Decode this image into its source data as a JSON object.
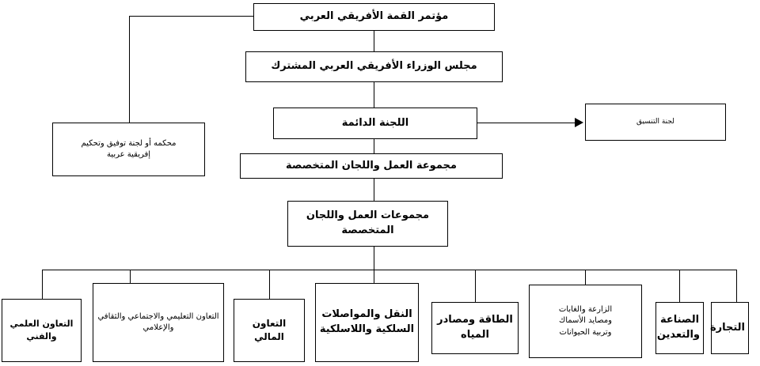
{
  "chart": {
    "title_text": "مؤتمر القمة الأفريقي العربي",
    "language": "ar",
    "direction": "rtl",
    "type": "organizational-chart",
    "line_color": "#000000",
    "box_fill": "#ffffff",
    "text_color": "#000000"
  },
  "nodes": {
    "summit": "مؤتمر القمة الأفريقي العربي",
    "council": "مجلس الوزراء الأفريقي العربي المشترك",
    "permanent_committee": "اللجنة الدائمة",
    "coordination_committee": "لجنة التنسيق",
    "arbitration": "محكمه أو لجنة توفيق وتحكيم\nإفريقية عربية",
    "working_group": "مجموعة العمل واللجان المتخصصة",
    "working_groups": "مجموعات العمل واللجان\nالمتخصصة"
  },
  "branches": [
    {
      "id": "scientific-technical",
      "label": "التعاون العلمي والفني"
    },
    {
      "id": "education-social-cultural-media",
      "label": "التعاون التعليمي والاجتماعي والثقافي\nوالإعلامي"
    },
    {
      "id": "financial",
      "label": "التعاون المالي"
    },
    {
      "id": "transport-communications",
      "label": "النقل والمواصلات\nالسلكية واللاسلكية"
    },
    {
      "id": "energy-water",
      "label": "الطاقة ومصادر\nالمياه"
    },
    {
      "id": "agriculture-forests-fisheries-livestock",
      "label": "الزارعة والغابات\nومصايد الأسماك\nوتربية الحيوانات"
    },
    {
      "id": "industry-mining",
      "label": "الصناعة\nوالتعدين"
    },
    {
      "id": "trade",
      "label": "التجارة"
    }
  ]
}
